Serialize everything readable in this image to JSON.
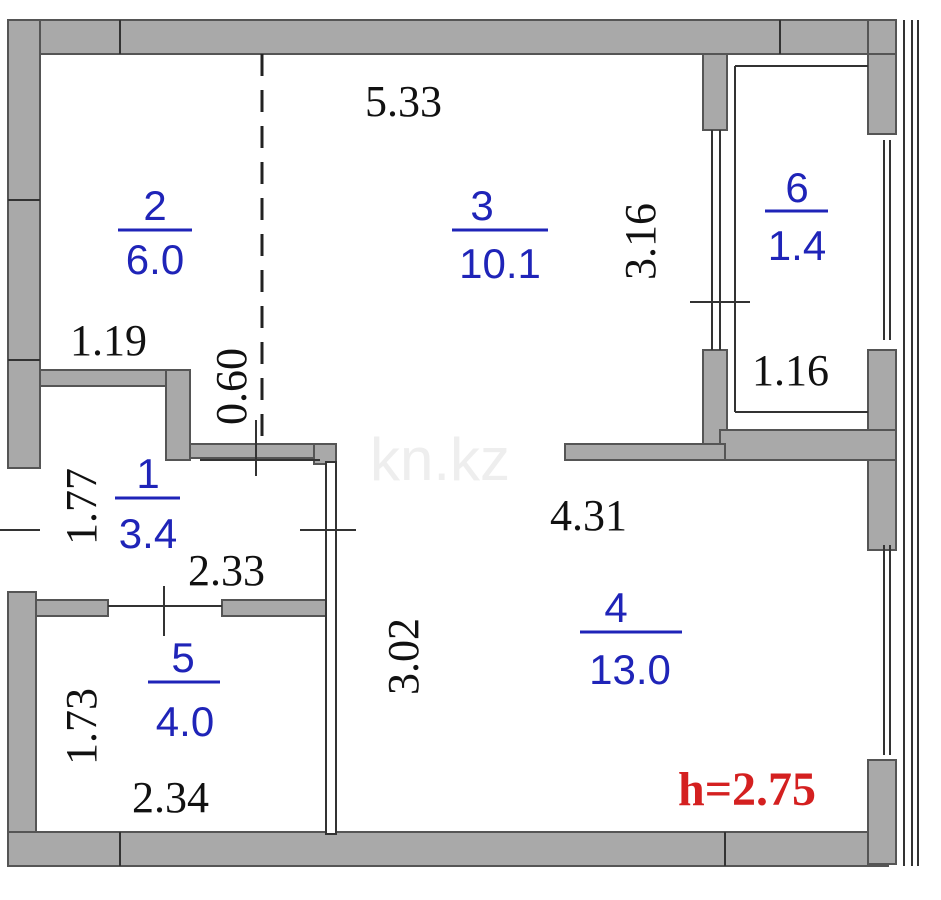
{
  "plan": {
    "colors": {
      "wall": "#a9a9a9",
      "room_label": "#1f24b8",
      "dimension": "#111111",
      "ceiling_height": "#d42020"
    },
    "rooms": [
      {
        "number": "1",
        "area": "3.4"
      },
      {
        "number": "2",
        "area": "6.0"
      },
      {
        "number": "3",
        "area": "10.1"
      },
      {
        "number": "4",
        "area": "13.0"
      },
      {
        "number": "5",
        "area": "4.0"
      },
      {
        "number": "6",
        "area": "1.4"
      }
    ],
    "dimensions": {
      "d_5_33": "5.33",
      "d_3_16": "3.16",
      "d_1_19": "1.19",
      "d_0_60": "0.60",
      "d_1_16": "1.16",
      "d_1_77": "1.77",
      "d_2_33": "2.33",
      "d_4_31": "4.31",
      "d_3_02": "3.02",
      "d_1_73": "1.73",
      "d_2_34": "2.34"
    },
    "ceiling_height": "h=2.75",
    "watermark": "kn.kz"
  }
}
